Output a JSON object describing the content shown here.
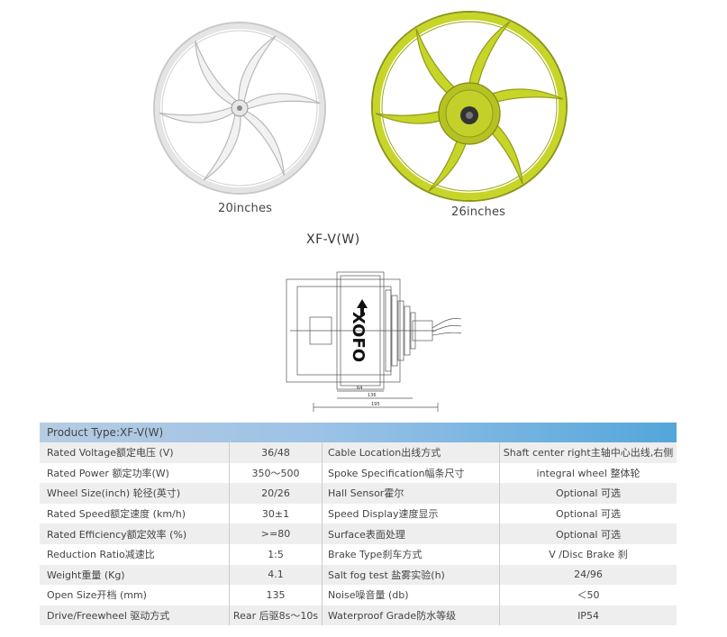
{
  "wheels": [
    {
      "caption": "20inches",
      "color": "#f1f1f1"
    },
    {
      "caption": "26inches",
      "color": "#c7d528"
    }
  ],
  "model_title": "XF-V(W)",
  "drawing": {
    "logo_text": "XOFO",
    "dims": [
      "64",
      "136",
      "195"
    ]
  },
  "spec_table": {
    "header": "Product Type:XF-V(W)",
    "rows": [
      [
        "Rated Voltage额定电压 (V)",
        "36/48",
        "Cable Location出线方式",
        "Shaft center right主轴中心出线,右侧"
      ],
      [
        "Rated Power 额定功率(W)",
        "350～500",
        "Spoke Specification幅条尺寸",
        "integral wheel 整体轮"
      ],
      [
        "Wheel Size(inch) 轮径(英寸)",
        "20/26",
        "Hall Sensor霍尔",
        "Optional 可选"
      ],
      [
        "Rated Speed额定速度 (km/h)",
        "30±1",
        "Speed Display速度显示",
        "Optional 可选"
      ],
      [
        "Rated Efficiency额定效率 (%)",
        ">=80",
        "Surface表面处理",
        "Optional 可选"
      ],
      [
        "Reduction Ratio减速比",
        "1:5",
        "Brake Type刹车方式",
        "V /Disc Brake 刹"
      ],
      [
        "Weight重量 (Kg)",
        "4.1",
        "Salt fog test 盐雾实验(h)",
        "24/96"
      ],
      [
        "Open Size开档 (mm)",
        "135",
        "Noise噪音量 (db)",
        "＜50"
      ],
      [
        "Drive/Freewheel 驱动方式",
        "Rear 后驱8s～10s",
        "Waterproof Grade防水等级",
        "IP54"
      ]
    ]
  }
}
